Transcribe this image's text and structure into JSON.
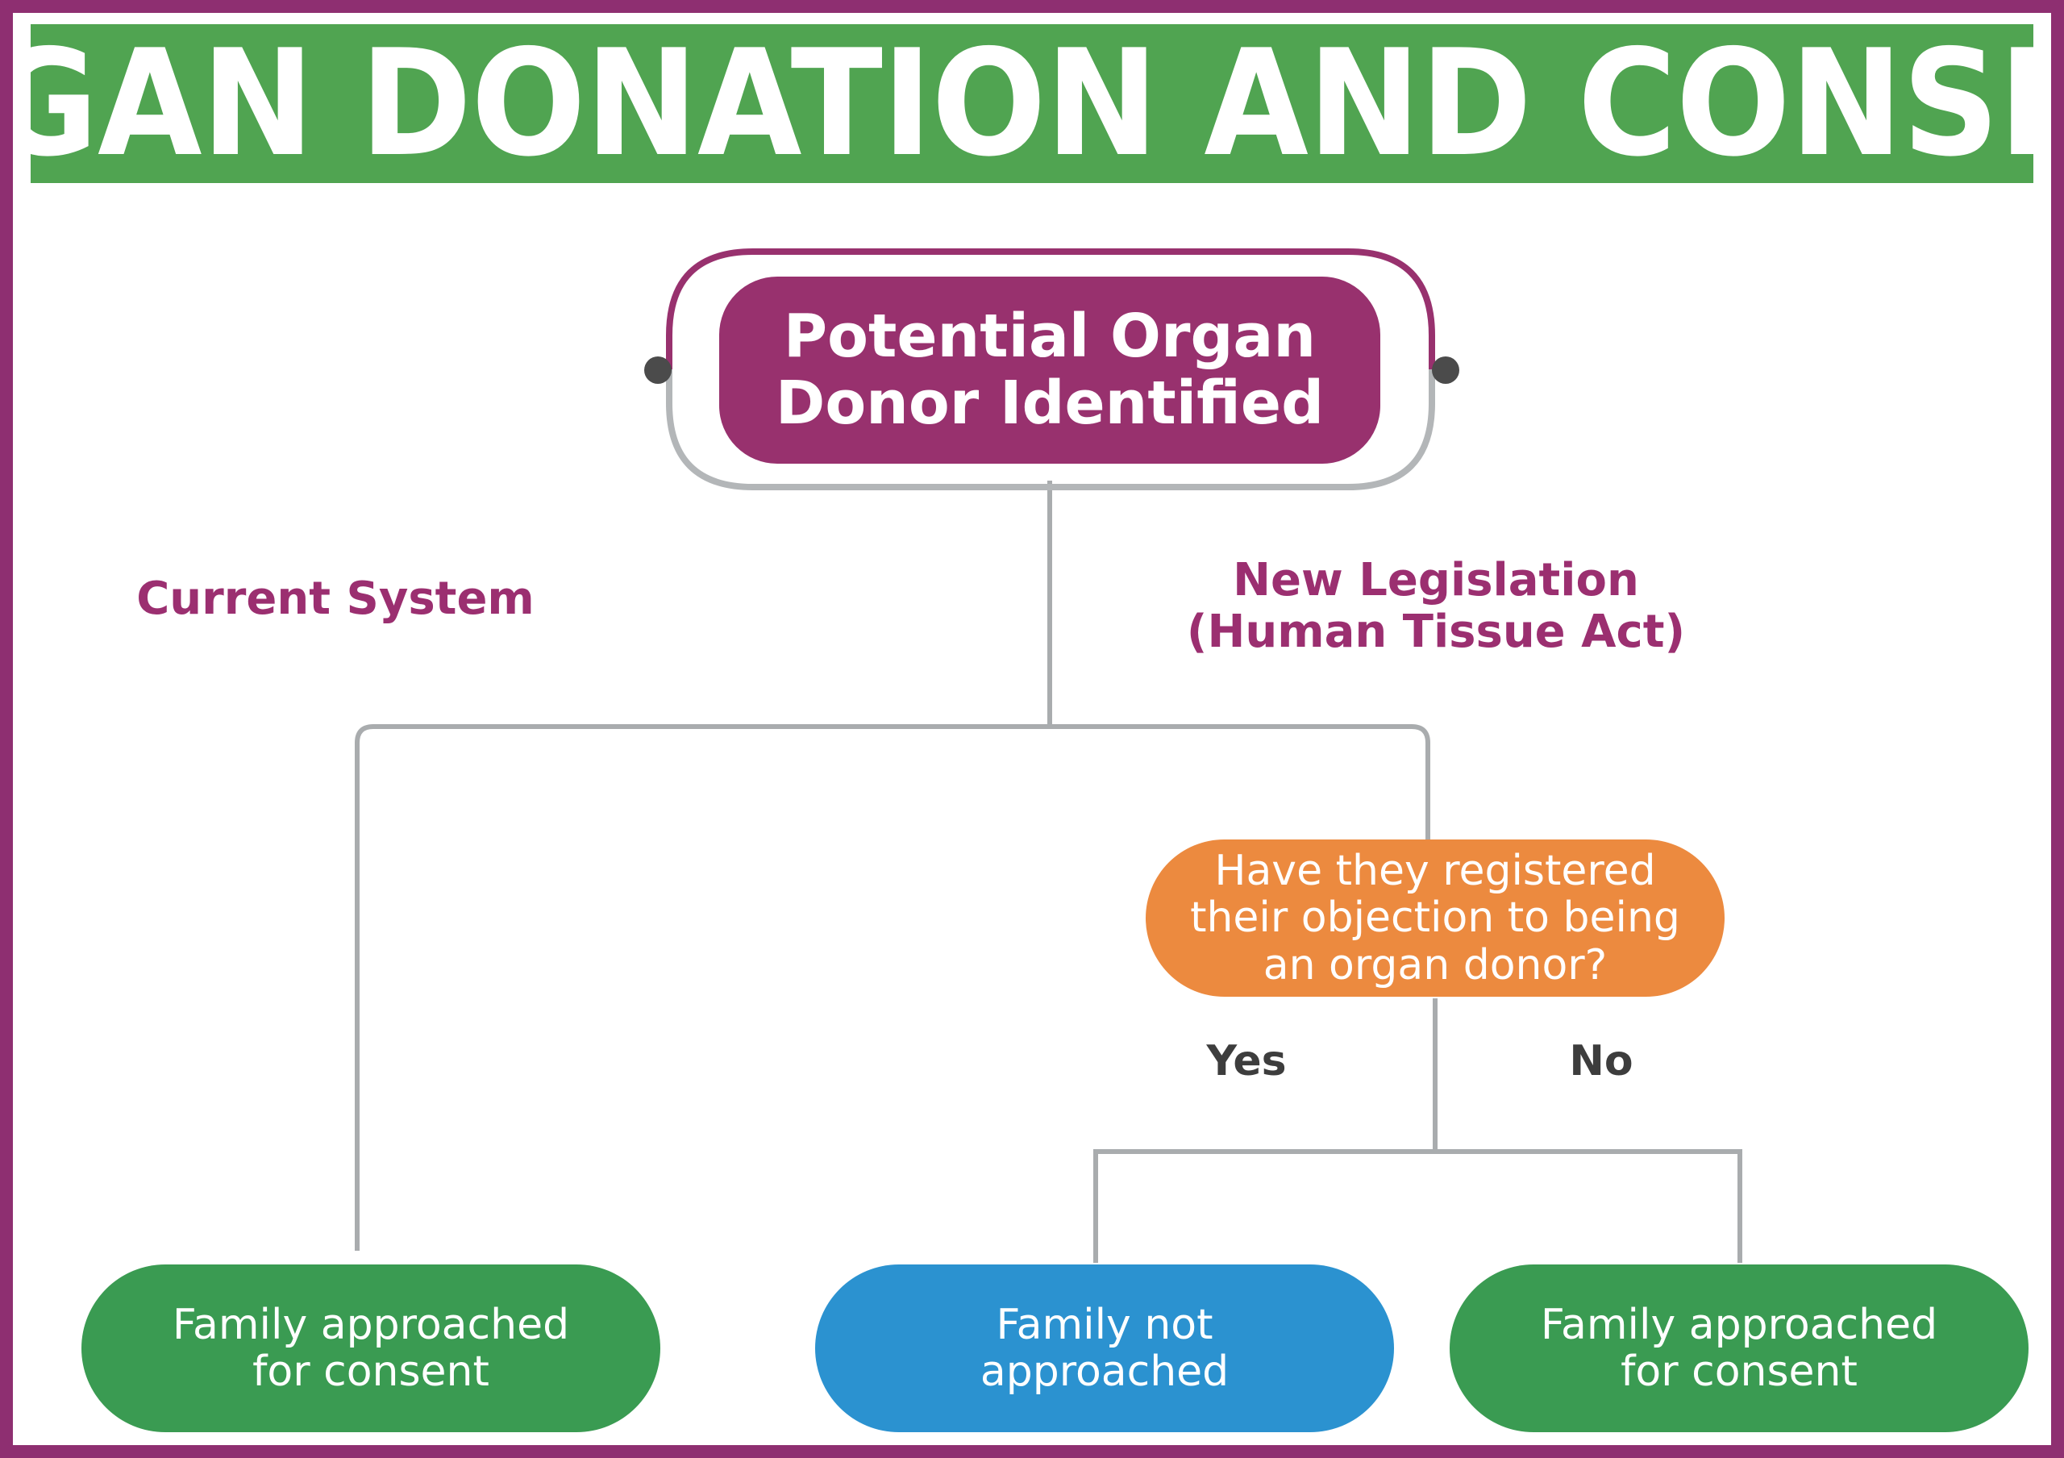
{
  "poster": {
    "frame_color": "#8e2f71",
    "title_band_color": "#50a451",
    "title": "ORGAN DONATION AND CONSENT"
  },
  "flowchart": {
    "type": "decision-tree",
    "root": {
      "id": "potential-donor",
      "label": "Potential Organ\nDonor Identified",
      "color": "#98316e",
      "text_color": "#ffffff",
      "shape": "rounded-pill-with-ring",
      "ring_top_color": "#98316e",
      "ring_bottom_color": "#b3b6b8",
      "dot_color": "#4b4b4b"
    },
    "branches": [
      {
        "id": "current-system",
        "caption": "Current System",
        "caption_color": "#9b2f70",
        "outcome": {
          "id": "left-family-approached",
          "label": "Family approached\nfor consent",
          "color": "#3a9b52",
          "text_color": "#ffffff"
        }
      },
      {
        "id": "new-legislation",
        "caption": "New Legislation\n(Human Tissue Act)",
        "caption_color": "#9b2f70",
        "question": {
          "id": "objection-registered",
          "label": "Have they registered\ntheir objection to being\nan organ donor?",
          "color": "#ec8a3f",
          "text_color": "#ffffff"
        },
        "answers": [
          {
            "id": "answer-yes",
            "label": "Yes",
            "label_color": "#3d3d3d",
            "outcome": {
              "id": "family-not-approached",
              "label": "Family not\napproached",
              "color": "#2b92d0",
              "text_color": "#ffffff"
            }
          },
          {
            "id": "answer-no",
            "label": "No",
            "label_color": "#3d3d3d",
            "outcome": {
              "id": "right-family-approached",
              "label": "Family approached\nfor consent",
              "color": "#3a9b52",
              "text_color": "#ffffff"
            }
          }
        ]
      }
    ],
    "connector_color": "#a9acae"
  }
}
